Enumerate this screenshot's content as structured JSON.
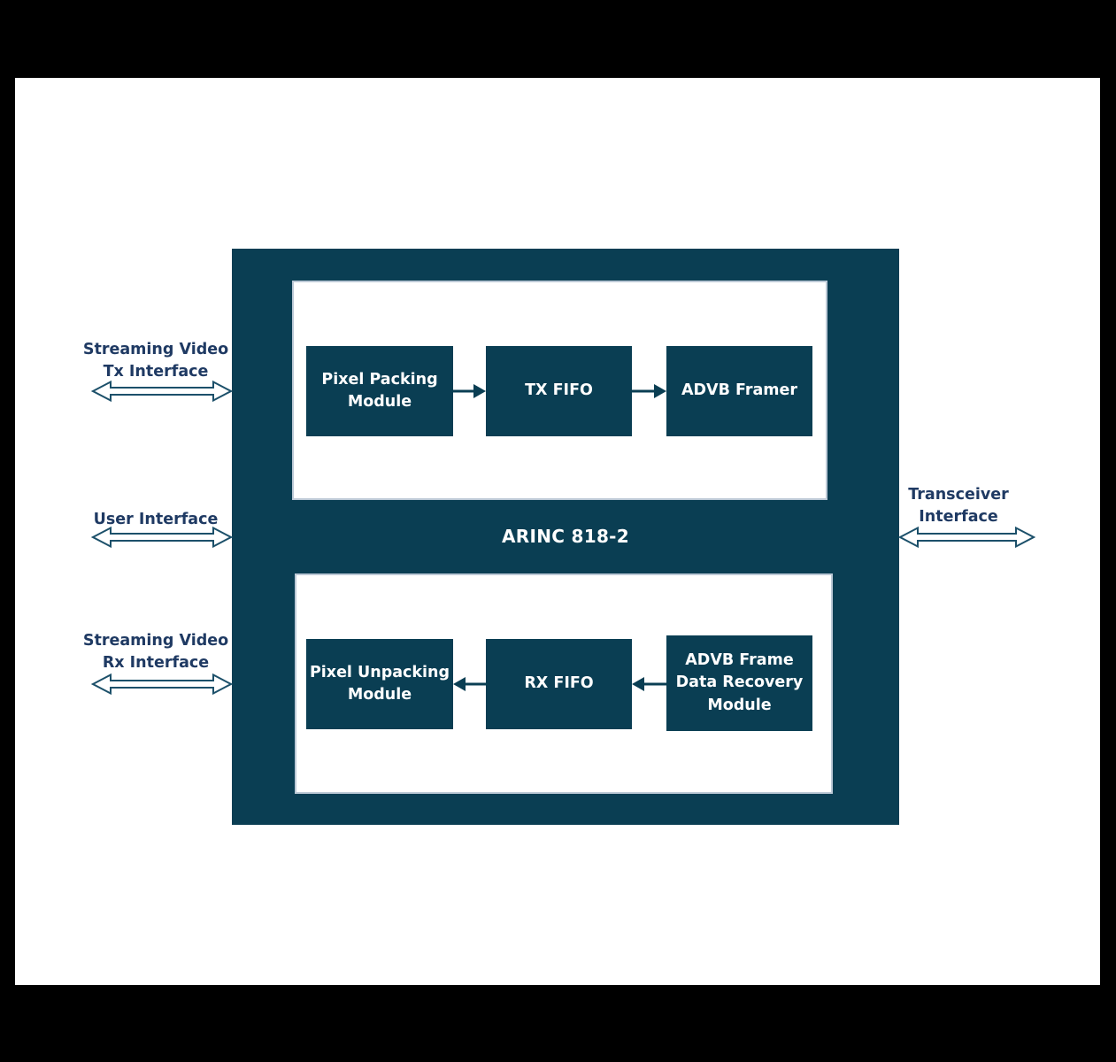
{
  "diagram": {
    "type": "block-diagram",
    "title": "ARINC 818-2",
    "tx_path": {
      "flow_direction": "right",
      "blocks": [
        {
          "id": "pixel-packing-module",
          "label": "Pixel Packing\nModule"
        },
        {
          "id": "tx-fifo",
          "label": "TX FIFO"
        },
        {
          "id": "advb-framer",
          "label": "ADVB Framer"
        }
      ]
    },
    "rx_path": {
      "flow_direction": "left",
      "blocks": [
        {
          "id": "pixel-unpacking-module",
          "label": "Pixel Unpacking\nModule"
        },
        {
          "id": "rx-fifo",
          "label": "RX FIFO"
        },
        {
          "id": "advb-frame-data-recovery-module",
          "label": "ADVB Frame\nData Recovery\nModule"
        }
      ]
    },
    "interfaces": {
      "left": [
        {
          "id": "streaming-video-tx",
          "label": "Streaming Video\nTx Interface",
          "arrow": "bidirectional"
        },
        {
          "id": "user",
          "label": "User Interface",
          "arrow": "bidirectional"
        },
        {
          "id": "streaming-video-rx",
          "label": "Streaming Video\nRx Interface",
          "arrow": "bidirectional"
        }
      ],
      "right": [
        {
          "id": "transceiver",
          "label": "Transceiver\nInterface",
          "arrow": "bidirectional"
        }
      ]
    },
    "colors": {
      "block_fill": "#0a3e53",
      "panel_fill": "#ffffff",
      "box_text": "#ffffff",
      "label_text": "#1f3a63",
      "arrow_outline": "#1c506a",
      "page_background": "#000000"
    }
  }
}
